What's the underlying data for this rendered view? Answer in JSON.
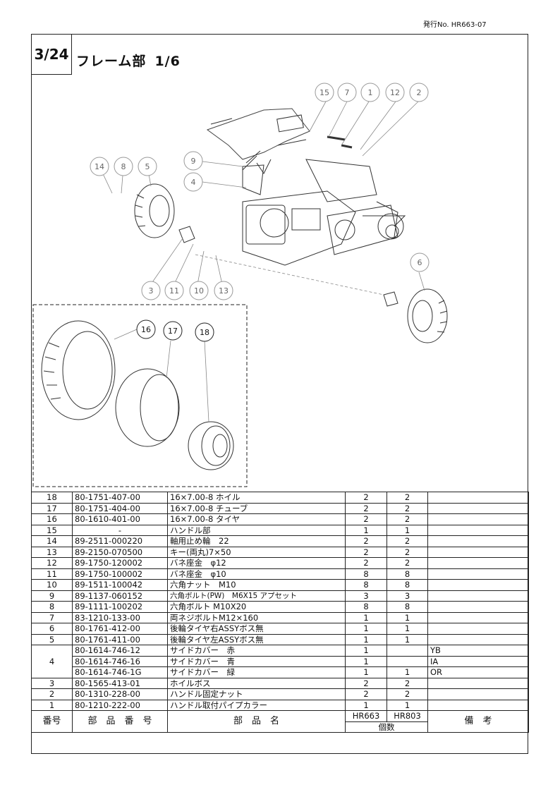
{
  "issue_no": "発行No. HR663-07",
  "page": "3/24",
  "title": "フレーム部",
  "title_sub": "1/6",
  "callouts": [
    "15",
    "7",
    "1",
    "12",
    "2",
    "9",
    "4",
    "14",
    "8",
    "5",
    "3",
    "11",
    "10",
    "13",
    "6",
    "16",
    "17",
    "18"
  ],
  "table": {
    "header": {
      "no": "番号",
      "part_no": "部　品　番　号",
      "name": "部　品　名",
      "qty_label": "個数",
      "model1": "HR663",
      "model2": "HR803",
      "remarks": "備　考"
    },
    "rows": [
      {
        "no": "18",
        "pn": "80-1751-407-00",
        "name": "16×7.00-8 ホイル",
        "q1": "2",
        "q2": "2",
        "rm": ""
      },
      {
        "no": "17",
        "pn": "80-1751-404-00",
        "name": "16×7.00-8 チューブ",
        "q1": "2",
        "q2": "2",
        "rm": ""
      },
      {
        "no": "16",
        "pn": "80-1610-401-00",
        "name": "16×7.00-8 タイヤ",
        "q1": "2",
        "q2": "2",
        "rm": ""
      },
      {
        "no": "15",
        "pn": "-",
        "name": "ハンドル部",
        "q1": "1",
        "q2": "1",
        "rm": ""
      },
      {
        "no": "14",
        "pn": "89-2511-000220",
        "name": "軸用止め輪　22",
        "q1": "2",
        "q2": "2",
        "rm": ""
      },
      {
        "no": "13",
        "pn": "89-2150-070500",
        "name": "キー(両丸)7×50",
        "q1": "2",
        "q2": "2",
        "rm": ""
      },
      {
        "no": "12",
        "pn": "89-1750-120002",
        "name": "バネ座金　φ12",
        "q1": "2",
        "q2": "2",
        "rm": ""
      },
      {
        "no": "11",
        "pn": "89-1750-100002",
        "name": "バネ座金　φ10",
        "q1": "8",
        "q2": "8",
        "rm": ""
      },
      {
        "no": "10",
        "pn": "89-1511-100042",
        "name": "六角ナット　M10",
        "q1": "8",
        "q2": "8",
        "rm": ""
      },
      {
        "no": "9",
        "pn": "89-1137-060152",
        "name": "六角ボルト(PW)　M6X15 アプセット",
        "q1": "3",
        "q2": "3",
        "rm": ""
      },
      {
        "no": "8",
        "pn": "89-1111-100202",
        "name": "六角ボルト M10X20",
        "q1": "8",
        "q2": "8",
        "rm": ""
      },
      {
        "no": "7",
        "pn": "83-1210-133-00",
        "name": "両ネジボルトM12×160",
        "q1": "1",
        "q2": "1",
        "rm": ""
      },
      {
        "no": "6",
        "pn": "80-1761-412-00",
        "name": "後輪タイヤ右ASSYボス無",
        "q1": "1",
        "q2": "1",
        "rm": ""
      },
      {
        "no": "5",
        "pn": "80-1761-411-00",
        "name": "後輪タイヤ左ASSYボス無",
        "q1": "1",
        "q2": "1",
        "rm": ""
      }
    ],
    "group4": {
      "no": "4",
      "rows": [
        {
          "pn": "80-1614-746-12",
          "name": "サイドカバー　赤",
          "q1": "1",
          "q2": "",
          "rm": "YB"
        },
        {
          "pn": "80-1614-746-16",
          "name": "サイドカバー　青",
          "q1": "1",
          "q2": "",
          "rm": "IA"
        },
        {
          "pn": "80-1614-746-1G",
          "name": "サイドカバー　緑",
          "q1": "1",
          "q2": "1",
          "rm": "OR"
        }
      ]
    },
    "rows_after": [
      {
        "no": "3",
        "pn": "80-1565-413-01",
        "name": "ホイルボス",
        "q1": "2",
        "q2": "2",
        "rm": ""
      },
      {
        "no": "2",
        "pn": "80-1310-228-00",
        "name": "ハンドル固定ナット",
        "q1": "2",
        "q2": "2",
        "rm": ""
      },
      {
        "no": "1",
        "pn": "80-1210-222-00",
        "name": "ハンドル取付パイプカラー",
        "q1": "1",
        "q2": "1",
        "rm": ""
      }
    ]
  }
}
